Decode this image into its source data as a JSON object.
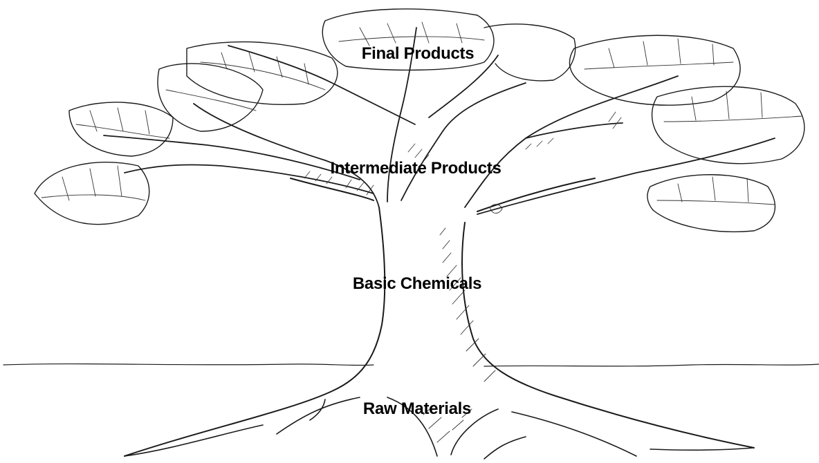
{
  "diagram": {
    "type": "tree-illustration",
    "levels": [
      {
        "id": "final",
        "label": "Final Products"
      },
      {
        "id": "intermediate",
        "label": "Intermediate Products"
      },
      {
        "id": "basic",
        "label": "Basic Chemicals"
      },
      {
        "id": "raw",
        "label": "Raw Materials"
      }
    ],
    "colors": {
      "ink": "#000000",
      "background": "#ffffff"
    }
  }
}
